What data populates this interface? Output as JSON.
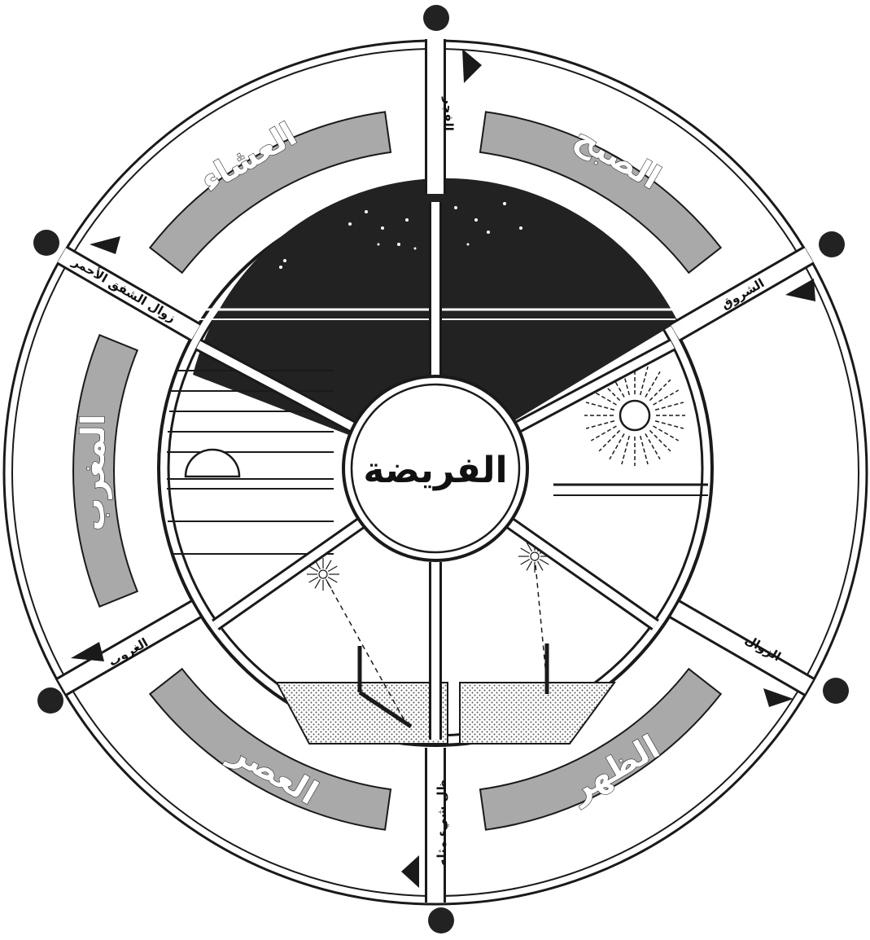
{
  "center_label": "الفريضة",
  "prayers": {
    "fajr": "الصبح",
    "dhuhr": "الظهر",
    "asr": "العصر",
    "maghrib": "المغرب",
    "isha": "العشاء"
  },
  "time_markers": {
    "dawn": "الفجر",
    "sunrise": "الشروق",
    "zenith": "الزوال",
    "shadow_equal": "ظل شيء مثله",
    "sunset": "الغروب",
    "red_twilight_end": "زوال الشفق الأحمر"
  },
  "colors": {
    "band_fill": "#a9a9a9",
    "night_sky": "#222222",
    "ground_stipple": "#555555",
    "line": "#1a1a1a"
  },
  "icons": [
    "moon-icon",
    "stars-icon",
    "sun-icon",
    "setting-sun-icon",
    "triangle-marker-icon",
    "dot-marker-icon"
  ]
}
